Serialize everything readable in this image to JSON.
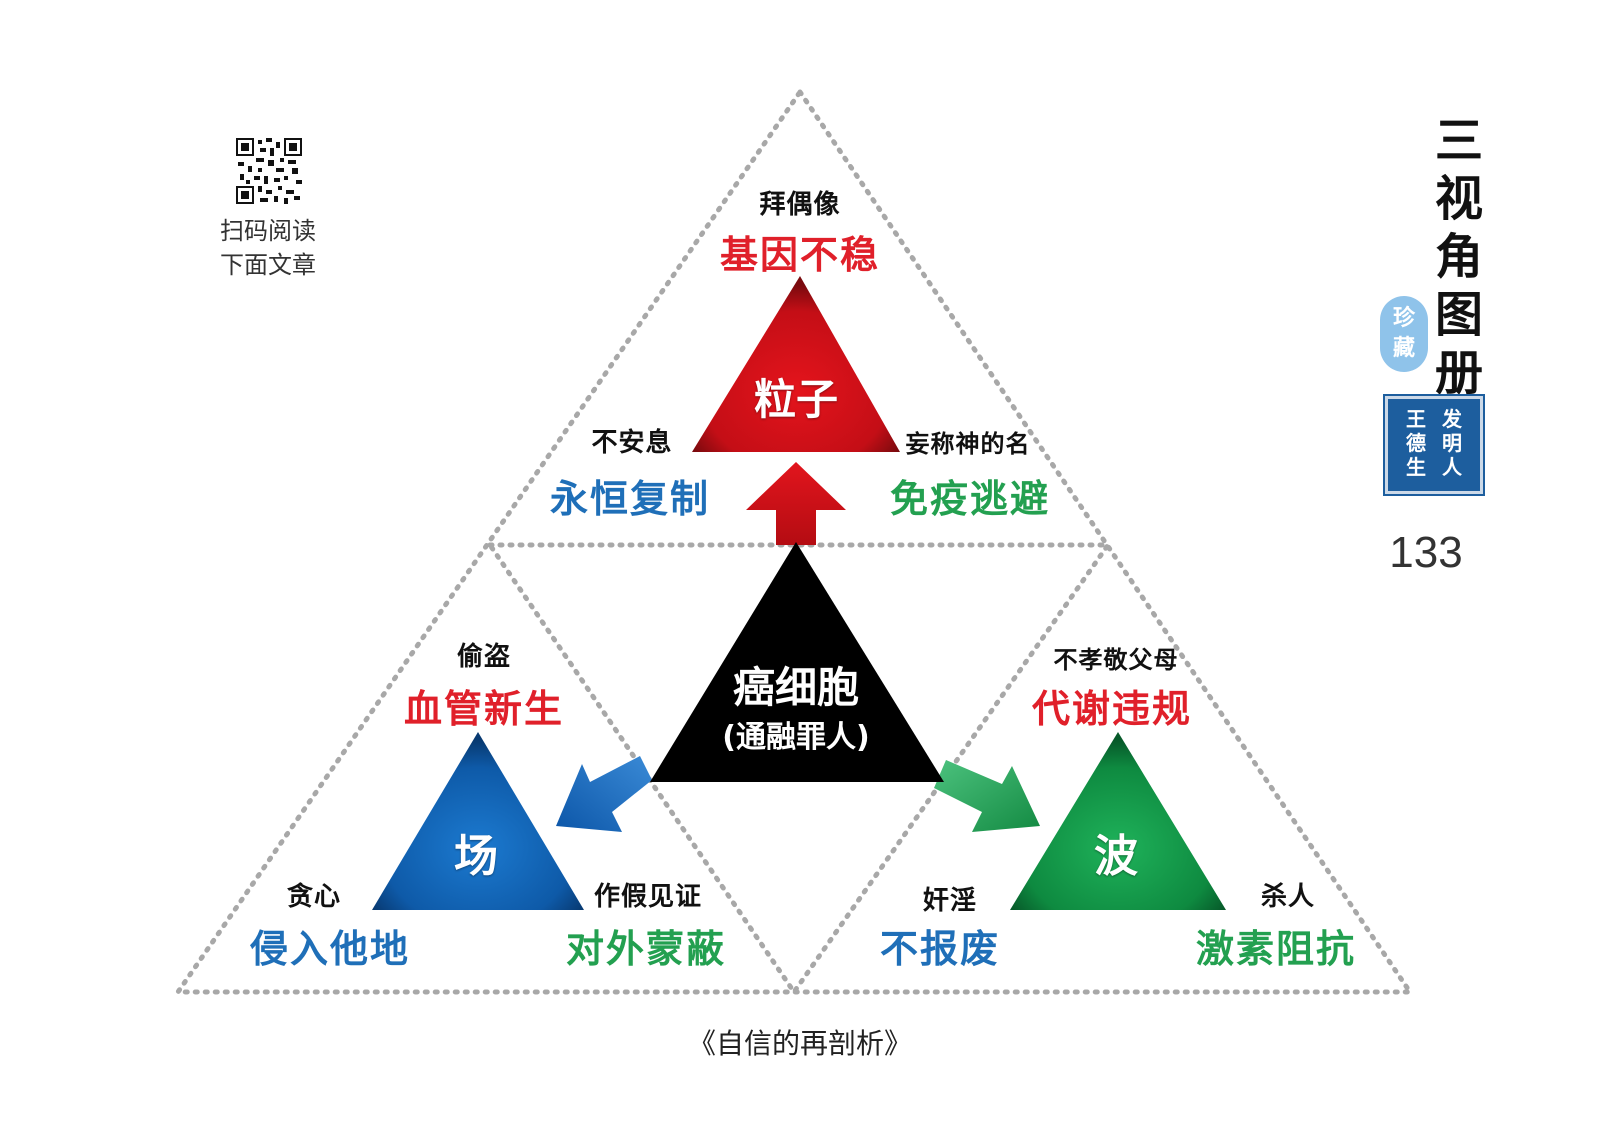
{
  "qr": {
    "caption_line1": "扫码阅读",
    "caption_line2": "下面文章"
  },
  "brand": {
    "title": "三视角图册",
    "badge_line1": "珍",
    "badge_line2": "藏",
    "seal_col1": "发明人",
    "seal_col2": "王德生",
    "page_number": "133"
  },
  "diagram": {
    "top": {
      "center_label": "粒子",
      "apex_small": "拜偶像",
      "apex_big": "基因不稳",
      "left_small": "不安息",
      "left_big": "永恒复制",
      "right_small": "妄称神的名",
      "right_big": "免疫逃避"
    },
    "left": {
      "center_label": "场",
      "apex_small": "偷盗",
      "apex_big": "血管新生",
      "left_small": "贪心",
      "left_big": "侵入他地",
      "right_small": "作假见证",
      "right_big": "对外蒙蔽"
    },
    "right": {
      "center_label": "波",
      "apex_small": "不孝敬父母",
      "apex_big": "代谢违规",
      "left_small": "奸淫",
      "left_big": "不报废",
      "right_small": "杀人",
      "right_big": "激素阻抗"
    },
    "center": {
      "label_line1": "癌细胞",
      "label_line2": "(通融罪人)"
    },
    "colors": {
      "red": "#e0202a",
      "blue": "#1f6fb8",
      "green": "#23a050",
      "black": "#000000"
    }
  },
  "footer": {
    "caption": "《自信的再剖析》"
  }
}
